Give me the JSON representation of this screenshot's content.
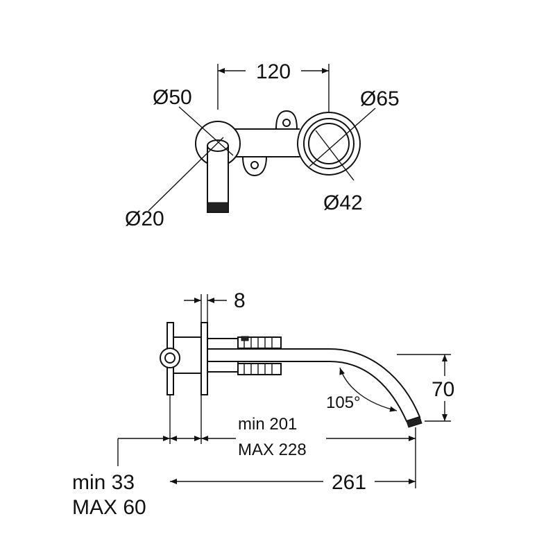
{
  "top_view": {
    "dim_center_distance": "120",
    "dim_left_plate_diameter": "Ø50",
    "dim_right_plate_diameter": "Ø65",
    "dim_spout_diameter": "Ø20",
    "dim_handle_diameter": "Ø42"
  },
  "side_view": {
    "dim_plate_thickness": "8",
    "dim_spout_height": "70",
    "dim_spout_angle": "105°",
    "dim_wall_distance_min": "min 201",
    "dim_wall_distance_max": "MAX 228",
    "dim_projection_min": "min 33",
    "dim_projection_max": "MAX 60",
    "dim_total_length": "261"
  }
}
